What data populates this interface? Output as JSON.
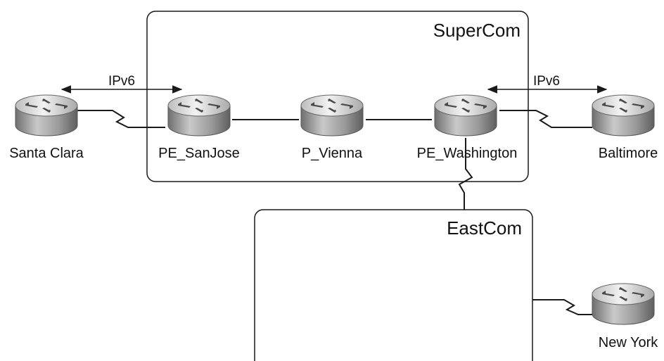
{
  "domains": [
    {
      "id": "supercom",
      "label": "SuperCom"
    },
    {
      "id": "eastcom",
      "label": "EastCom"
    }
  ],
  "routers": [
    {
      "id": "santa-clara",
      "label": "Santa Clara",
      "icon": "router-icon"
    },
    {
      "id": "pe-sanjose",
      "label": "PE_SanJose",
      "icon": "router-icon"
    },
    {
      "id": "p-vienna",
      "label": "P_Vienna",
      "icon": "router-icon"
    },
    {
      "id": "pe-washington",
      "label": "PE_Washington",
      "icon": "router-icon"
    },
    {
      "id": "baltimore",
      "label": "Baltimore",
      "icon": "router-icon"
    },
    {
      "id": "new-york",
      "label": "New York",
      "icon": "router-icon"
    }
  ],
  "protocol_arrows": [
    {
      "id": "ipv6-west",
      "label": "IPv6",
      "from": "santa-clara",
      "to": "pe-sanjose"
    },
    {
      "id": "ipv6-east",
      "label": "IPv6",
      "from": "pe-washington",
      "to": "baltimore"
    }
  ],
  "links": [
    {
      "from": "santa-clara",
      "to": "pe-sanjose",
      "type": "serial"
    },
    {
      "from": "pe-sanjose",
      "to": "p-vienna",
      "type": "ethernet"
    },
    {
      "from": "p-vienna",
      "to": "pe-washington",
      "type": "ethernet"
    },
    {
      "from": "pe-washington",
      "to": "baltimore",
      "type": "serial"
    },
    {
      "from": "pe-washington",
      "to": "eastcom",
      "type": "serial"
    },
    {
      "from": "eastcom",
      "to": "new-york",
      "type": "serial"
    }
  ],
  "colors": {
    "router_light": "#e6e6e6",
    "router_dark": "#8a8a8a",
    "line": "#1a1a1a"
  }
}
